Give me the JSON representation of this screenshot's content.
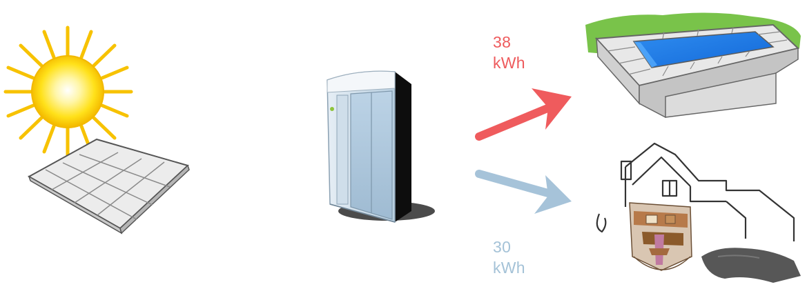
{
  "flows": {
    "pool": {
      "amount": "38",
      "unit": "kWh",
      "color": "#ee5a5c"
    },
    "house": {
      "amount": "30",
      "unit": "kWh",
      "color": "#a4c2d7"
    }
  },
  "icons": [
    "sun-icon",
    "solar-panel-icon",
    "heat-pump-unit-icon",
    "swimming-pool-icon",
    "house-icon"
  ]
}
